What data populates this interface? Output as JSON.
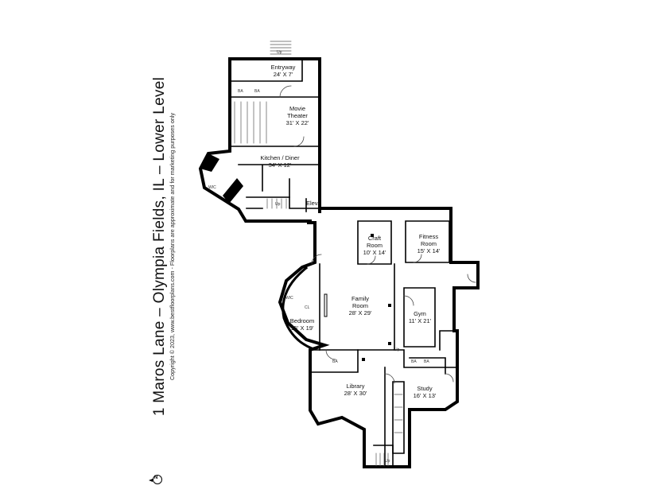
{
  "title": {
    "main": "1 Maros Lane – Olympia Fields, IL – Lower Level",
    "sub": "Copyright © 2023, www.bestfloorplans.com - Floorplans are approximate and for marketing purposes only"
  },
  "compass": {
    "label": "N"
  },
  "rooms": [
    {
      "id": "entryway",
      "name": "Entryway",
      "size": "24' X 7'"
    },
    {
      "id": "movie-theater",
      "name": "Movie\nTheater",
      "size": "31' X 22'"
    },
    {
      "id": "kitchen-diner",
      "name": "Kitchen / Diner",
      "size": "34' X 12'"
    },
    {
      "id": "elevator",
      "name": "Elev.",
      "size": ""
    },
    {
      "id": "craft-room",
      "name": "Craft\nRoom",
      "size": "10' X 14'"
    },
    {
      "id": "fitness-room",
      "name": "Fitness\nRoom",
      "size": "15' X 14'"
    },
    {
      "id": "family-room",
      "name": "Family\nRoom",
      "size": "28' X 29'"
    },
    {
      "id": "gym",
      "name": "Gym",
      "size": "11' X 21'"
    },
    {
      "id": "bedroom",
      "name": "Bedroom",
      "size": "15' X 19'"
    },
    {
      "id": "library",
      "name": "Library",
      "size": "28' X 30'"
    },
    {
      "id": "study",
      "name": "Study",
      "size": "16' X 13'"
    }
  ],
  "markers": {
    "up": "Up",
    "wic": "WIC",
    "closet": "CL",
    "bath": "BA"
  }
}
